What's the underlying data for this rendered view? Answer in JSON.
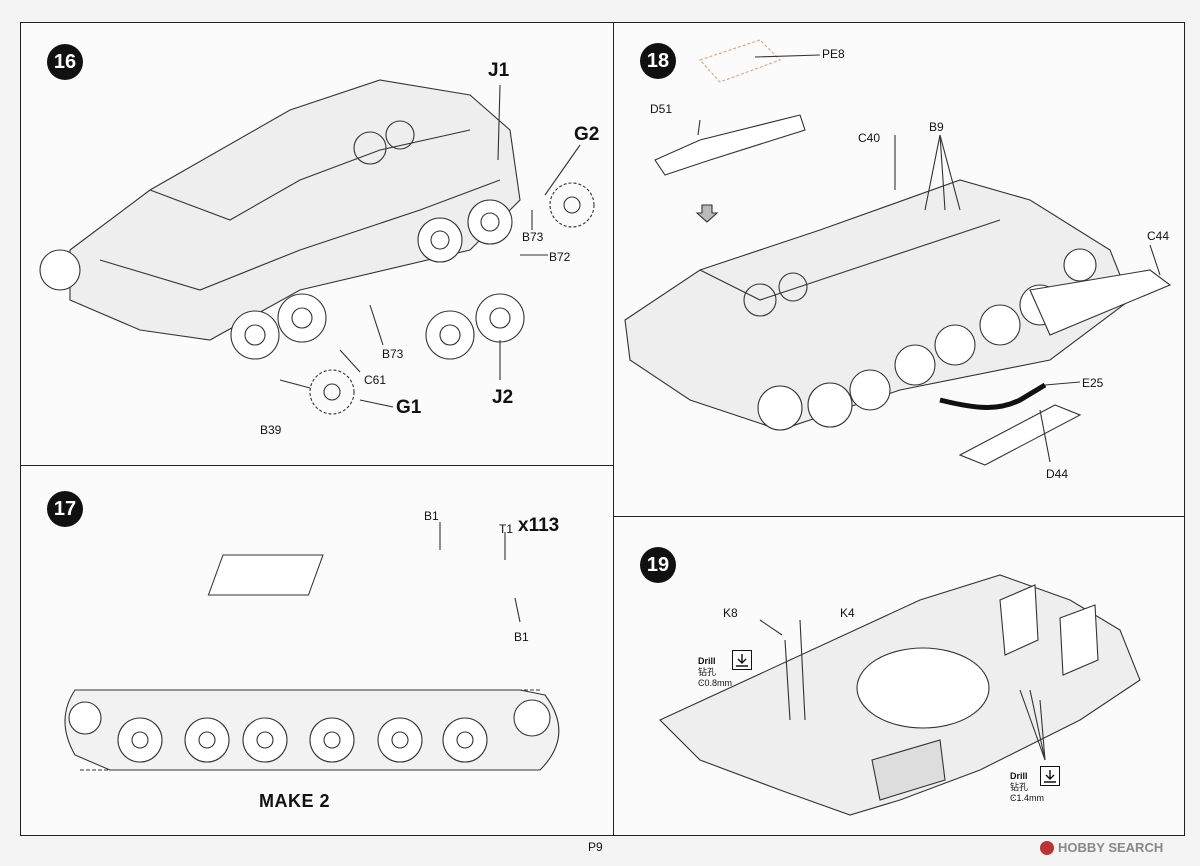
{
  "steps": {
    "s16": "16",
    "s17": "17",
    "s18": "18",
    "s19": "19"
  },
  "step16": {
    "parts": [
      "J1",
      "G2",
      "B73",
      "B72",
      "B73",
      "C61",
      "B39",
      "G1",
      "J2"
    ]
  },
  "step17": {
    "b1_top": "B1",
    "t1": "T1",
    "qty": "x113",
    "b1_bottom": "B1",
    "make": "MAKE 2"
  },
  "step18": {
    "parts": [
      "PE8",
      "D51",
      "C40",
      "B9",
      "C44",
      "E25",
      "D44"
    ]
  },
  "step19": {
    "k8": "K8",
    "k4": "K4",
    "drill1": {
      "label": "Drill",
      "cn": "钻孔",
      "size": "Ͼ0.8mm"
    },
    "drill2": {
      "label": "Drill",
      "cn": "钻孔",
      "size": "Ͼ1.4mm"
    }
  },
  "footer": {
    "page": "P9",
    "watermark": "HOBBY SEARCH"
  }
}
